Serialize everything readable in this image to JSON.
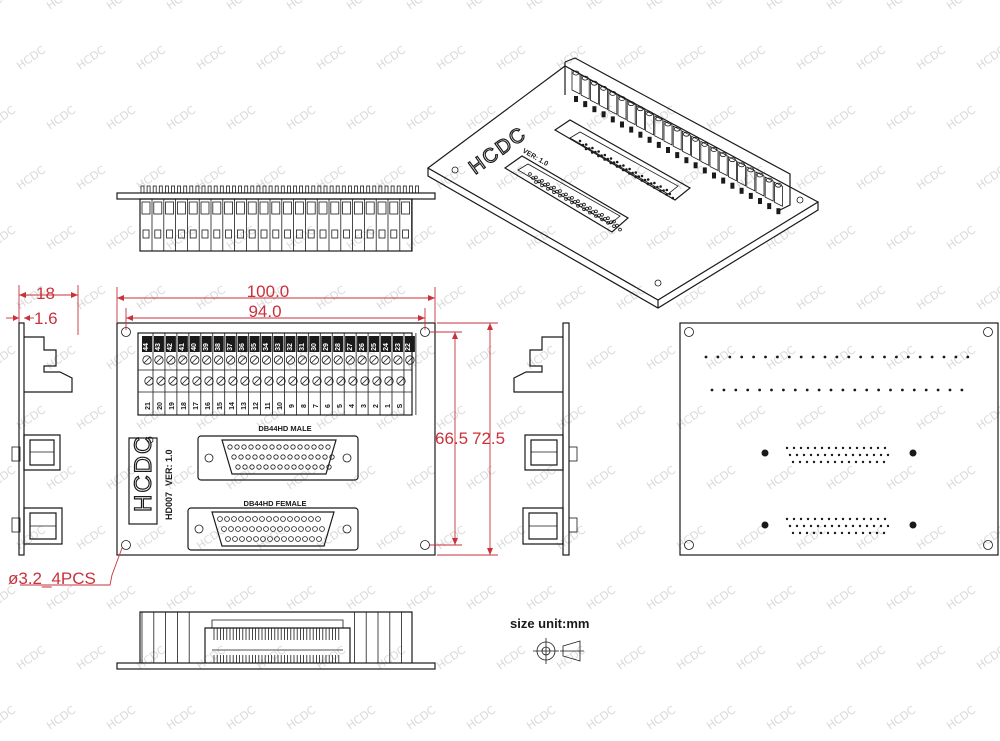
{
  "watermark": "HCDC",
  "board": {
    "brand": "HCDC",
    "model": "HD007",
    "version": "VER: 1.0",
    "connector_male": "DB44HD MALE",
    "connector_female": "DB44HD FEMALE"
  },
  "terminals": {
    "top_row": [
      "44",
      "43",
      "42",
      "41",
      "40",
      "39",
      "38",
      "37",
      "36",
      "35",
      "34",
      "33",
      "32",
      "31",
      "30",
      "29",
      "28",
      "27",
      "26",
      "25",
      "24",
      "23",
      "22"
    ],
    "bottom_row": [
      "21",
      "20",
      "19",
      "18",
      "17",
      "16",
      "15",
      "14",
      "13",
      "12",
      "11",
      "10",
      "9",
      "8",
      "7",
      "6",
      "5",
      "4",
      "3",
      "2",
      "1",
      "S"
    ]
  },
  "dimensions": {
    "width_total": "100.0",
    "width_holes": "94.0",
    "height_holes": "66.5",
    "height_total": "72.5",
    "side_depth": "18",
    "side_thickness": "1.6",
    "hole_spec": "ø3.2_4PCS"
  },
  "legend": {
    "unit_label": "size unit:mm"
  },
  "colors": {
    "line": "#1a1a1a",
    "dimension": "#c8323c",
    "watermark": "#d9d9d9"
  }
}
